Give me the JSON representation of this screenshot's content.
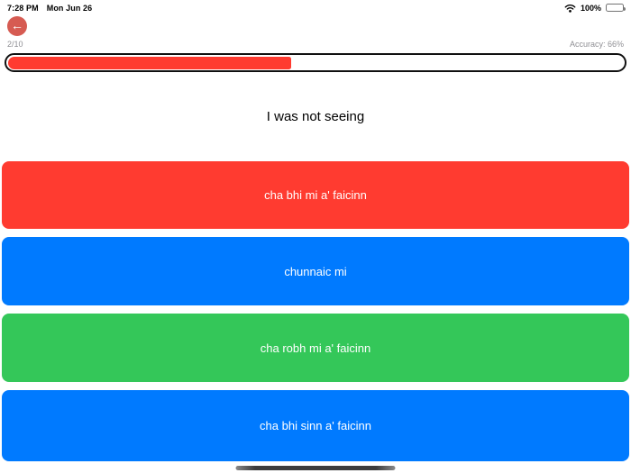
{
  "status_bar": {
    "time": "7:28 PM",
    "date": "Mon Jun 26",
    "battery_percent": "100%"
  },
  "header": {
    "progress_count": "2/10",
    "accuracy_label": "Accuracy: 66%",
    "progress_percent": 46,
    "progress_fill_color": "#FF3B30"
  },
  "back_button": {
    "color": "#D65B52",
    "arrow_glyph": "←"
  },
  "question": {
    "text": "I was not seeing"
  },
  "answers": [
    {
      "label": "cha bhi mi a' faicinn",
      "color": "#FF3B30"
    },
    {
      "label": "chunnaic mi",
      "color": "#007AFF"
    },
    {
      "label": "cha robh mi a' faicinn",
      "color": "#34C759"
    },
    {
      "label": "cha bhi sinn a' faicinn",
      "color": "#007AFF"
    }
  ]
}
